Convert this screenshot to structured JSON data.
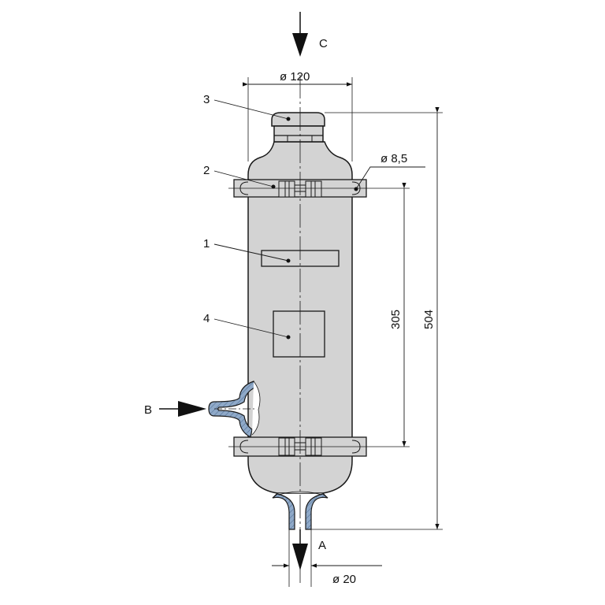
{
  "flows": {
    "inlet_top": "C",
    "inlet_side": "B",
    "outlet": "A"
  },
  "dimensions": {
    "diameter_body": "ø 120",
    "diameter_hole": "ø 8,5",
    "diameter_outlet": "ø 20",
    "clamp_spacing": "305",
    "overall_height": "504"
  },
  "callouts": [
    "1",
    "2",
    "3",
    "4"
  ],
  "colors": {
    "body": "#d3d3d3",
    "section": "#8fa9c8",
    "line": "#1a1a1a"
  }
}
